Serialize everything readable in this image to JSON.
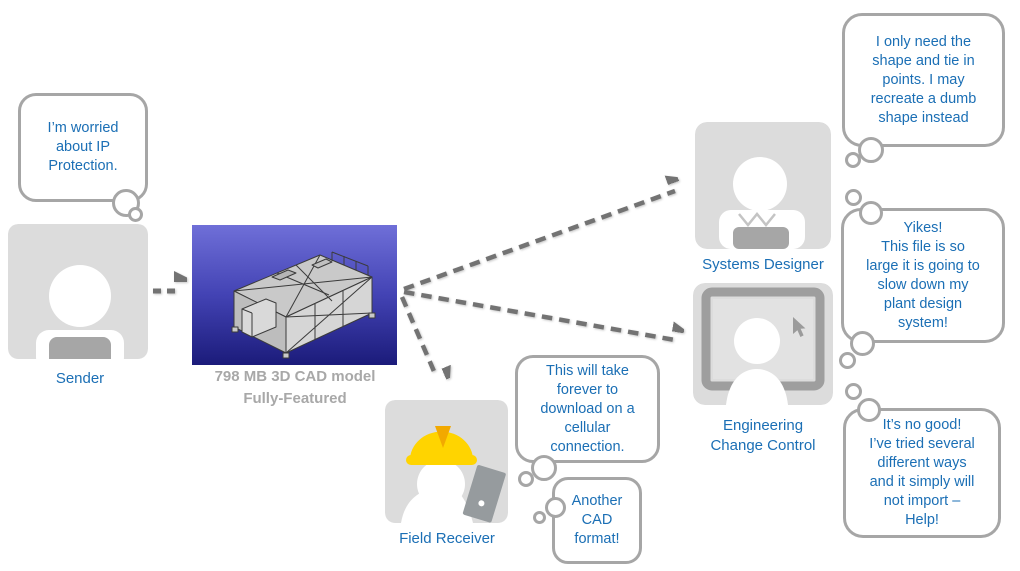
{
  "colors": {
    "accent_text": "#1b6fb5",
    "muted_text": "#a8a8a8",
    "bubble_border": "#a6a6a6",
    "arrow": "#737373",
    "icon_bg": "#dcdcdc",
    "icon_shade": "#a6a6a6",
    "monitor_frame": "#9e9e9e",
    "hat_yellow": "#ffd400",
    "hat_accent": "#f2a900",
    "cad_bg_top": "#6f6fd8",
    "cad_bg_bottom": "#1b1b7a"
  },
  "artifact": {
    "caption_line1": "798 MB 3D CAD model",
    "caption_line2": "Fully-Featured"
  },
  "personas": {
    "sender": {
      "label": "Sender",
      "bubble": "I’m worried\nabout IP\nProtection."
    },
    "systems_designer": {
      "label": "Systems Designer",
      "bubble": "I only need the\nshape and tie in\npoints. I may\nrecreate a dumb\nshape instead"
    },
    "engineering_change_control": {
      "label": "Engineering\nChange Control",
      "bubble_yikes": "Yikes!\nThis file is so\nlarge it is going to\nslow down my\nplant design\nsystem!",
      "bubble_import": "It’s no good!\nI’ve tried several\ndifferent ways\nand it simply will\nnot import –\nHelp!"
    },
    "field_receiver": {
      "label": "Field Receiver",
      "bubble_download": "This will take\nforever to\ndownload on a\ncellular\nconnection.",
      "bubble_format": "Another\nCAD\nformat!"
    }
  }
}
